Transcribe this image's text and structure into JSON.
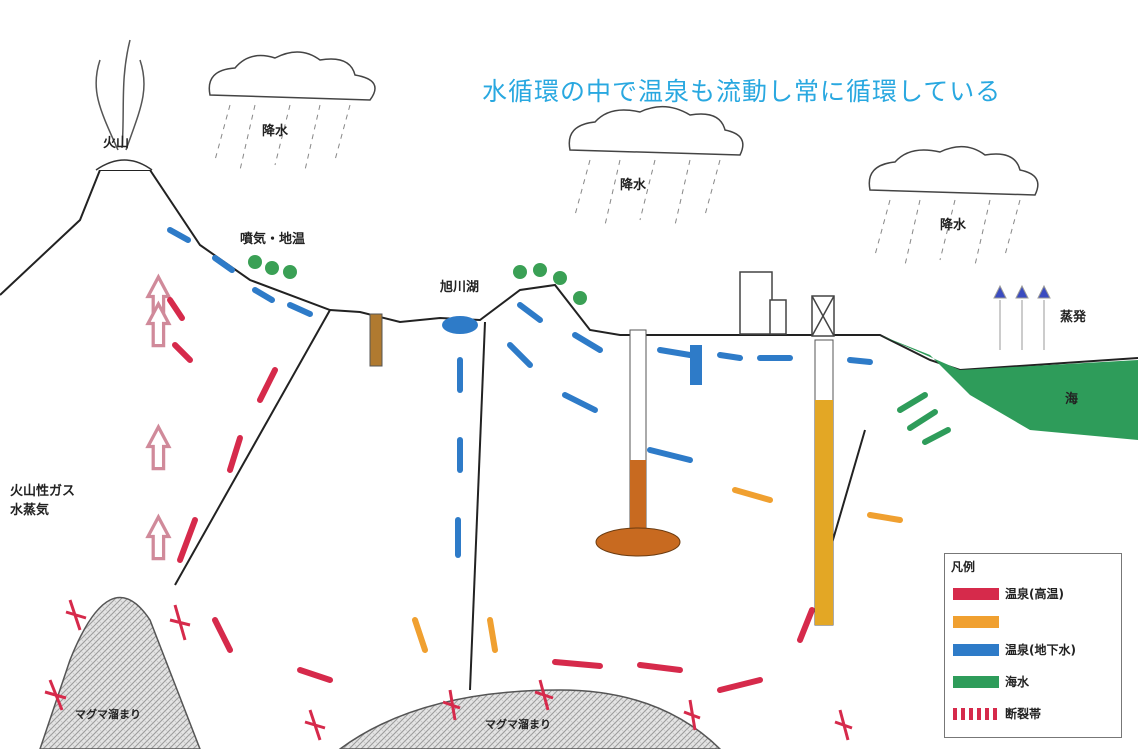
{
  "title": "水循環の中で温泉も流動し常に循環している",
  "labels": {
    "volcano": "火山",
    "rain_left": "降水",
    "rain_middle": "降水",
    "rain_right": "降水",
    "fumarole": "噴気・地温",
    "river": "旭川湖",
    "evaporation": "蒸発",
    "sea": "海",
    "volcanic_gas": "火山性ガス\n水蒸気",
    "magma_left": "マグマ溜まり",
    "magma_right": "マグマ溜まり"
  },
  "legend": {
    "title": "凡例",
    "items": [
      {
        "label": "温泉(高温)",
        "color": "#d62a4b"
      },
      {
        "label": "",
        "color": "#f0a030"
      },
      {
        "label": "温泉(地下水)",
        "color": "#2e7bc8"
      },
      {
        "label": "海水",
        "color": "#2e9c5a"
      },
      {
        "label": "断裂帯",
        "color": "#d62a4b"
      }
    ]
  },
  "colors": {
    "accent": "#29a8e0",
    "sea": "#2e9c5a",
    "hot": "#d62a4b",
    "water": "#2e7bc8",
    "warm": "#f0a030"
  }
}
